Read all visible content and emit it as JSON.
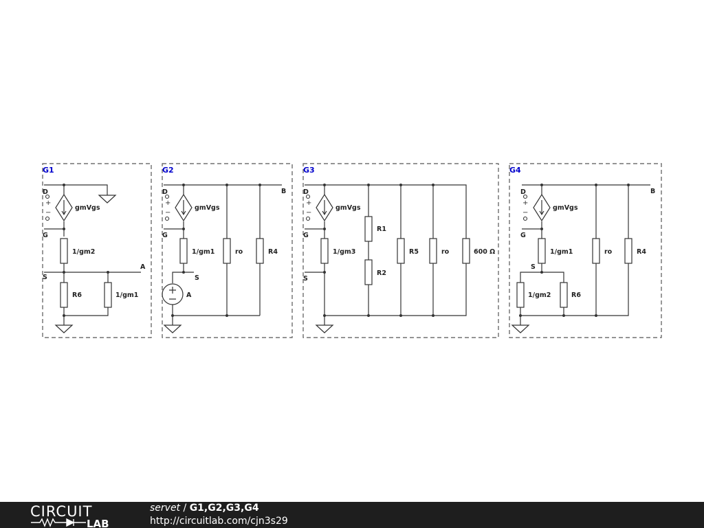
{
  "schematic": {
    "G1": {
      "name": "G1",
      "pins": {
        "d": "D",
        "g": "G",
        "s": "S",
        "plus": "+",
        "minus": "−"
      },
      "source_label": "gmVgs",
      "resistors": {
        "r_gm2": "1/gm2",
        "r6": "R6",
        "r_gm1": "1/gm1"
      },
      "node_a": "A"
    },
    "G2": {
      "name": "G2",
      "pins": {
        "d": "D",
        "g": "G",
        "s": "S",
        "plus": "+",
        "minus": "−"
      },
      "source_label": "gmVgs",
      "resistors": {
        "r_gm1": "1/gm1",
        "ro": "ro",
        "r4": "R4"
      },
      "node_b": "B",
      "vsource_label": "A"
    },
    "G3": {
      "name": "G3",
      "pins": {
        "d": "D",
        "g": "G",
        "s": "S",
        "plus": "+",
        "minus": "−"
      },
      "source_label": "gmVgs",
      "resistors": {
        "r_gm3": "1/gm3",
        "r1": "R1",
        "r2": "R2",
        "r5": "R5",
        "ro": "ro",
        "r600": "600 Ω"
      }
    },
    "G4": {
      "name": "G4",
      "pins": {
        "d": "D",
        "g": "G",
        "s": "S",
        "plus": "+",
        "minus": "−"
      },
      "source_label": "gmVgs",
      "resistors": {
        "r_gm1": "1/gm1",
        "r_gm2": "1/gm2",
        "r6": "R6",
        "ro": "ro",
        "r4": "R4"
      },
      "node_b": "B"
    }
  },
  "footer": {
    "logo_top": "CIRCUIT",
    "logo_bottom": "LAB",
    "author": "servet",
    "separator": " / ",
    "title": "G1,G2,G3,G4",
    "url": "http://circuitlab.com/cjn3s29"
  },
  "colors": {
    "wire": "#333333",
    "group_label": "#0000cc",
    "footer_bg": "#1e1e1e"
  }
}
